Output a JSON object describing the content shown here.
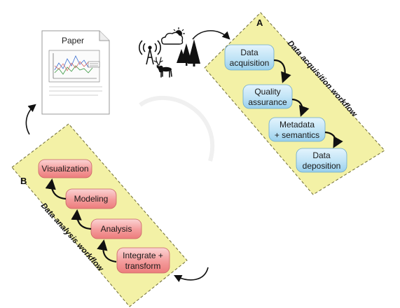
{
  "paper": {
    "label": "Paper"
  },
  "acquisition": {
    "letter": "A",
    "title": "Data acquisition workflow",
    "steps": [
      {
        "line1": "Data",
        "line2": "acquisition"
      },
      {
        "line1": "Quality",
        "line2": "assurance"
      },
      {
        "line1": "Metadata",
        "line2": "+ semantics"
      },
      {
        "line1": "Data",
        "line2": "deposition"
      }
    ]
  },
  "analysis": {
    "letter": "B",
    "title": "Data analysis workflow",
    "steps": [
      {
        "line1": "Integrate +",
        "line2": "transform"
      },
      {
        "line1": "Analysis",
        "line2": ""
      },
      {
        "line1": "Modeling",
        "line2": ""
      },
      {
        "line1": "Visualization",
        "line2": ""
      }
    ]
  },
  "colors": {
    "panel_fill": "#f3f1a6",
    "panel_border": "#6d6a35",
    "blue_box": "#bfe3f6",
    "red_box": "#f49b9b"
  },
  "icons": [
    "radio-tower-icon",
    "weather-icon",
    "trees-icon",
    "deer-icon"
  ]
}
